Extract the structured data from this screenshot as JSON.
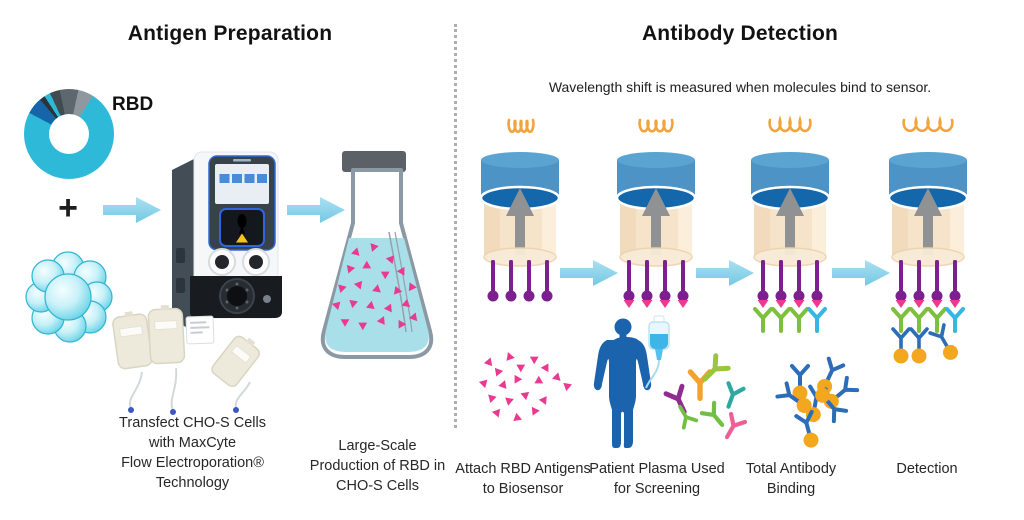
{
  "left_section": {
    "title": "Antigen Preparation",
    "donut_label": "RBD",
    "plus_sign": "+",
    "caption_transfect": "Transfect CHO-S Cells\nwith MaxCyte\nFlow Electroporation®\nTechnology",
    "caption_production": "Large-Scale\nProduction of RBD in\nCHO-S Cells"
  },
  "right_section": {
    "title": "Antibody Detection",
    "subtitle": "Wavelength shift is measured when molecules bind to sensor.",
    "step_labels": [
      "Attach RBD Antigens\nto Biosensor",
      "Patient Plasma Used\nfor Screening",
      "Total Antibody\nBinding",
      "Detection"
    ]
  },
  "icons": {
    "divider": "dotted-vertical-divider",
    "wavelength_signal": "orange-coil-wave-icon",
    "flow_arrow": "light-blue-right-arrow",
    "sensor_arrow": "gray-up-arrow",
    "antigen": "magenta-triangle",
    "antibody": "y-shape-antibody"
  },
  "palette": {
    "cyan": "#2fb9d9",
    "donut_blue": "#1565a8",
    "magenta_antigen": "#ea3a90",
    "purple_pin": "#7c2090",
    "green_antibody": "#7fbf3f",
    "cyan_antibody": "#35b7e3",
    "blue_antibody": "#2d6cb8",
    "orange_bead": "#f3a71f",
    "wave_orange": "#f2a43c",
    "arrow_blue": "#8fd4ea",
    "sensor_cap_blue": "#4d93c6",
    "sensor_cap_dark": "#1467aa",
    "sensor_body_tan": "#f5e2c6",
    "human_blue": "#1b64ad",
    "flask_liquid": "#a9dfe9"
  }
}
